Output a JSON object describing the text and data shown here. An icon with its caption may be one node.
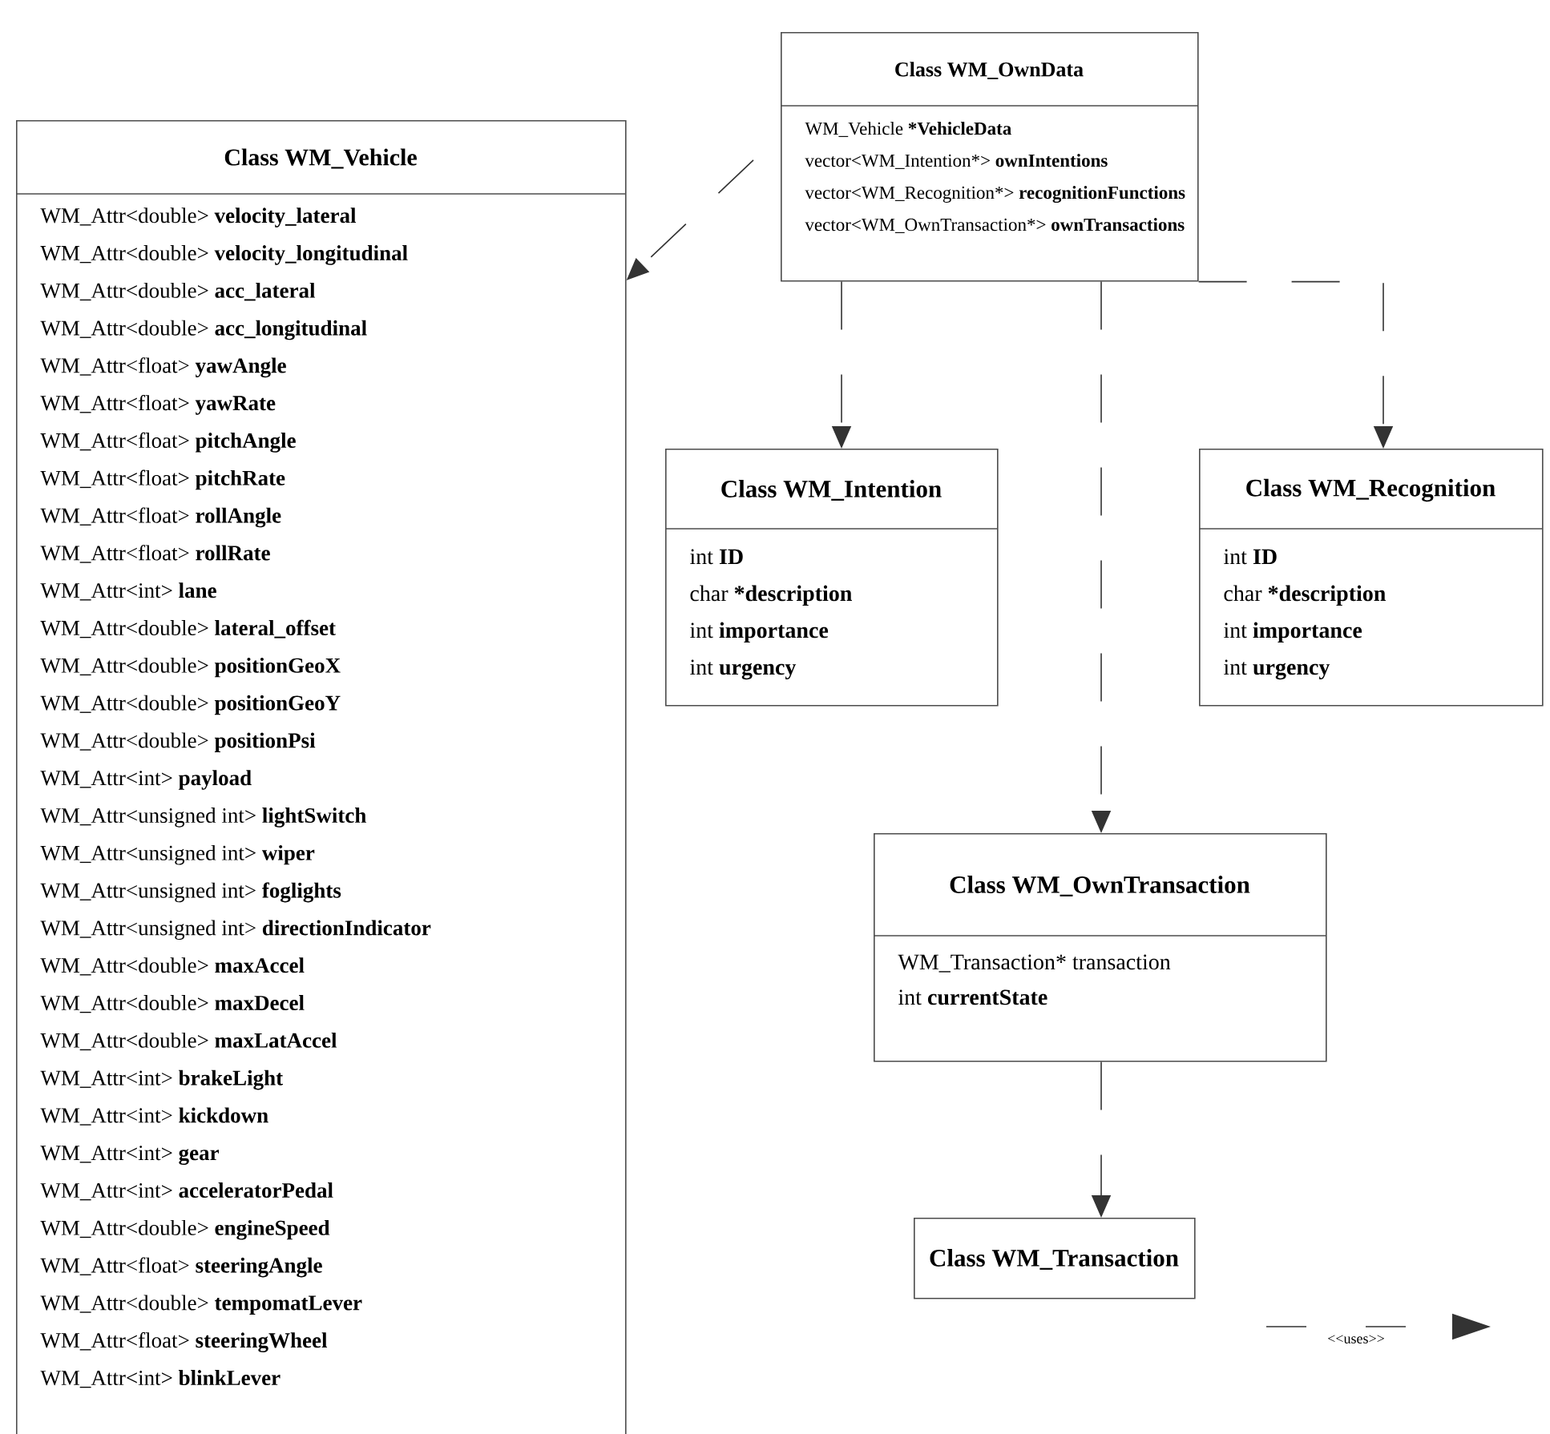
{
  "diagram": {
    "nodes": [
      {
        "text": [
          "Class WM_OwnData",
          "WM_Vehicle ***VehicleData**",
          "vector<WM_Intention*> **ownIntentions**",
          "vector<WM_Recognition*> **recognitionFunctions**",
          "vector<WM_OwnTransaction*> **ownTransactions**"
        ]
      },
      {
        "text": [
          "Class WM_Vehicle",
          "WM_Attr<double> **velocity_lateral**",
          "WM_Attr<double> **velocity_longitudinal**",
          "WM_Attr<double> **acc_lateral**",
          "WM_Attr<double> **acc_longitudinal**",
          "WM_Attr<float> **yawAngle**",
          "WM_Attr<float> **yawRate**",
          "WM_Attr<float> **pitchAngle**",
          "WM_Attr<float> **pitchRate**",
          "WM_Attr<float> **rollAngle**",
          "WM_Attr<float> **rollRate**",
          "WM_Attr<int> **lane**",
          "WM_Attr<double> **lateral_offset**",
          "WM_Attr<double> **positionGeoX**",
          "WM_Attr<double> **positionGeoY**",
          "WM_Attr<double> **positionPsi**",
          "WM_Attr<int> **payload**",
          "WM_Attr<unsigned int> **lightSwitch**",
          "WM_Attr<unsigned int> **wiper**",
          "WM_Attr<unsigned int> **foglights**",
          "WM_Attr<unsigned int> **directionIndicator**",
          "WM_Attr<double> **maxAccel**",
          "WM_Attr<double> **maxDecel**",
          "WM_Attr<double> **maxLatAccel**",
          "WM_Attr<int> **brakeLight**",
          "WM_Attr<int> **kickdown**",
          "WM_Attr<int> **gear**",
          "WM_Attr<int> **acceleratorPedal**",
          "WM_Attr<double> **engineSpeed**",
          "WM_Attr<float> **steeringAngle**",
          "WM_Attr<double> **tempomatLever**",
          "WM_Attr<float> **steeringWheel**",
          "WM_Attr<int> **blinkLever**"
        ]
      },
      {
        "text": [
          "Class WM_Intention",
          "int **ID**",
          "char ***description**",
          "int **importance**",
          "int **urgency**"
        ]
      },
      {
        "text": [
          "Class WM_Recognition",
          "int **ID**",
          "char ***description**",
          "int **importance**",
          "int **urgency**"
        ]
      },
      {
        "text": [
          "Class WM_OwnTransaction",
          "WM_Transaction* transaction",
          "int **currentState**"
        ]
      },
      {
        "text": [
          "Class WM_Transaction"
        ]
      }
    ],
    "edges": [
      {
        "from": 0,
        "to": 1,
        "arrow": "to",
        "style": "dashed"
      },
      {
        "from": 0,
        "to": 2,
        "arrow": "to",
        "style": "dashed"
      },
      {
        "from": 0,
        "to": 4,
        "arrow": "to",
        "style": "dashed"
      },
      {
        "from": 0,
        "to": 3,
        "arrow": "to",
        "style": "dashed"
      },
      {
        "from": 4,
        "to": 5,
        "arrow": "to",
        "style": "dashed"
      }
    ],
    "legend": [
      {
        "text": "<<uses>>"
      }
    ]
  }
}
